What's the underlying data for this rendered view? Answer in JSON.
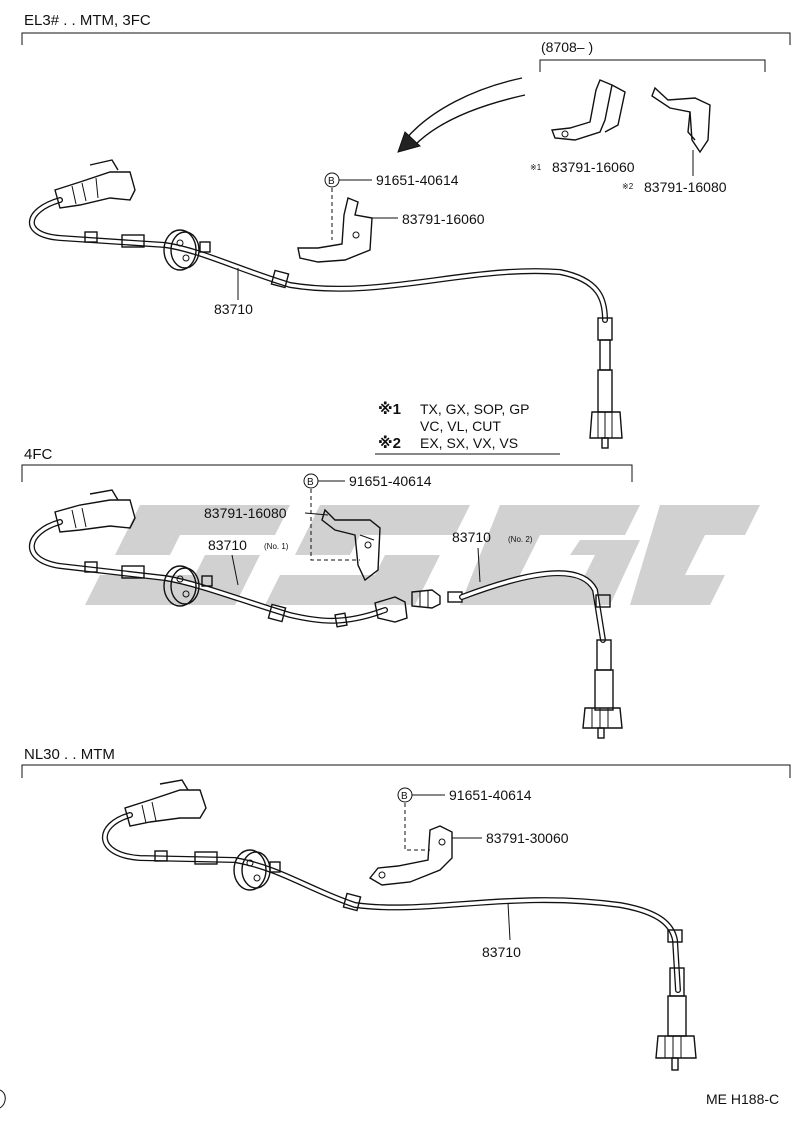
{
  "colors": {
    "ink": "#111111",
    "watermark": "#c9c9c9",
    "background": "#ffffff"
  },
  "sections": [
    {
      "title": "EL3# . . MTM, 3FC",
      "date_range": "(8708–          )",
      "parts": {
        "bolt": "91651-40614",
        "bracket": "83791-16060",
        "cable": "83710",
        "alt_bracket_1": "83791-16060",
        "alt_bracket_2": "83791-16080",
        "alt_mark_1": "※1",
        "alt_mark_2": "※2"
      },
      "bolt_symbol": "B"
    },
    {
      "title": "4FC",
      "parts": {
        "bolt": "91651-40614",
        "bracket": "83791-16080",
        "cable_no1": "83710",
        "cable_no1_suffix": "(No. 1)",
        "cable_no2": "83710",
        "cable_no2_suffix": "(No. 2)"
      },
      "bolt_symbol": "B"
    },
    {
      "title": "NL30 . . MTM",
      "parts": {
        "bolt": "91651-40614",
        "bracket": "83791-30060",
        "cable": "83710"
      },
      "bolt_symbol": "B"
    }
  ],
  "notes": [
    {
      "mark": "※1",
      "line1": "TX, GX, SOP, GP",
      "line2": "VC, VL, CUT"
    },
    {
      "mark": "※2",
      "line1": "EX, SX, VX, VS"
    }
  ],
  "figure_code": "ME H188-C"
}
